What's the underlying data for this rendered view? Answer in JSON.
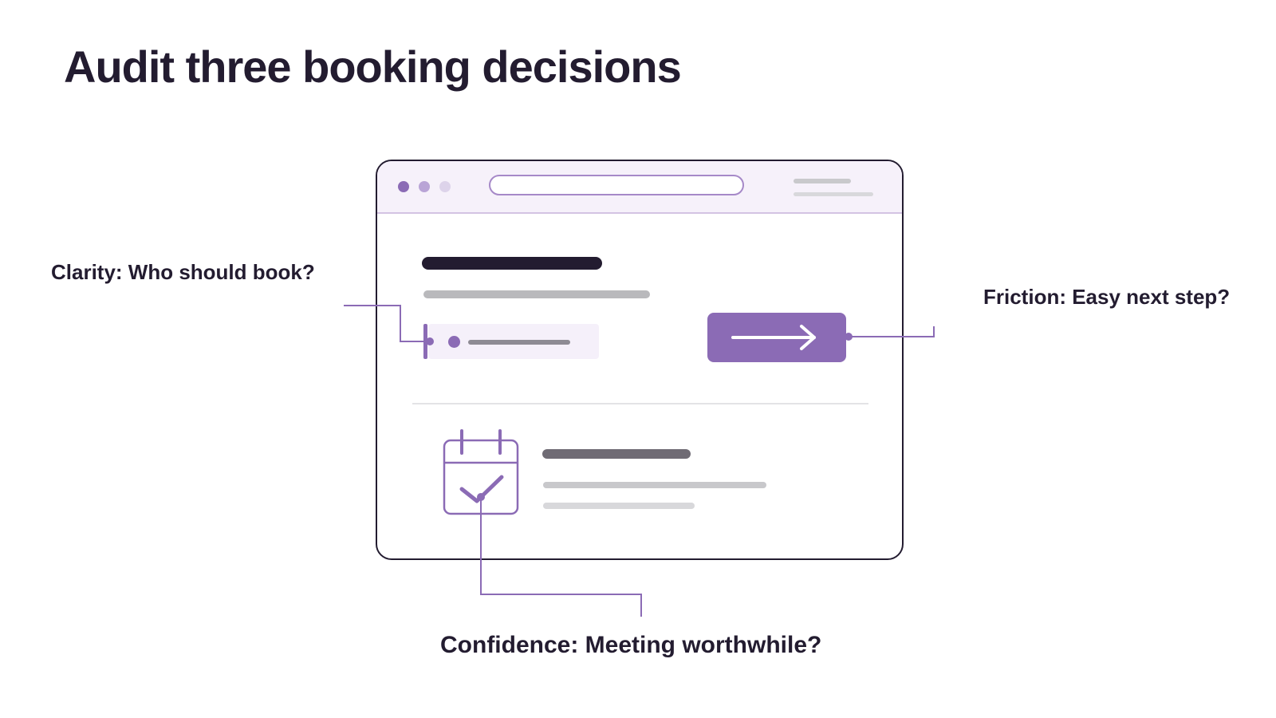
{
  "slide": {
    "title": "Audit three booking decisions"
  },
  "callouts": {
    "clarity": "Clarity: Who should book?",
    "friction": "Friction: Easy next step?",
    "confidence": "Confidence: Meeting worthwhile?"
  },
  "icons": {
    "cta": "arrow-right-icon",
    "calendar": "calendar-check-icon"
  },
  "colors": {
    "text": "#231c30",
    "accent": "#8b6bb5",
    "accent_light": "#f5f0fa",
    "window_bar": "#f6f1fa",
    "placeholder_dark": "#231c30",
    "placeholder_mid": "#b6b6b8",
    "placeholder_light": "#d4d4d6"
  }
}
